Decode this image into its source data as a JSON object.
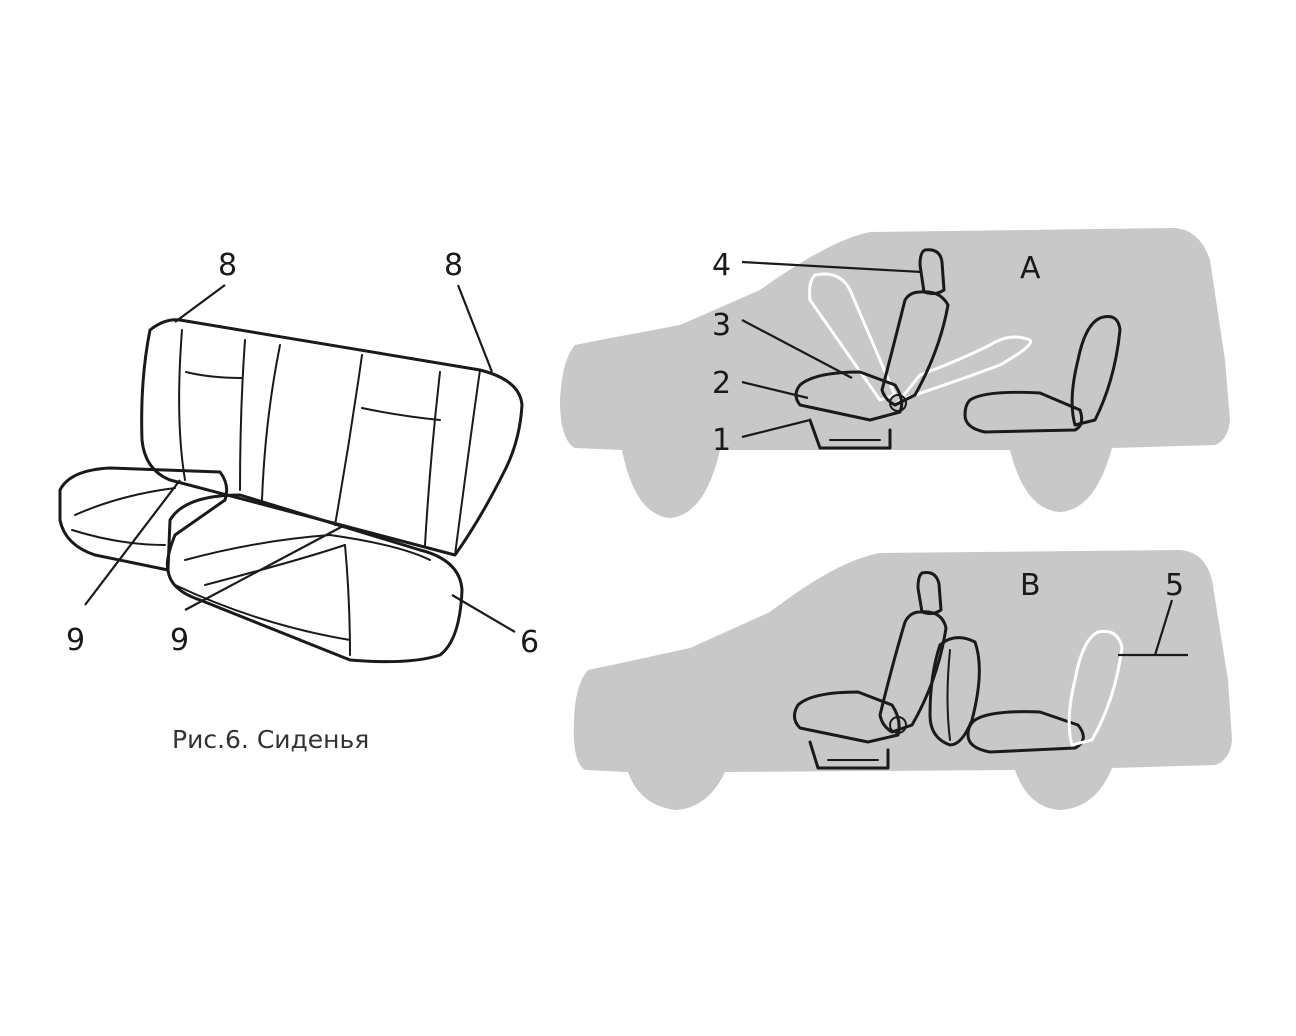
{
  "caption": "Рис.6. Сиденья",
  "rear_seat_callouts": {
    "c8_left": "8",
    "c8_right": "8",
    "c9_left": "9",
    "c9_center": "9",
    "c6": "6"
  },
  "car_a": {
    "view": "A",
    "callouts": {
      "c1": "1",
      "c2": "2",
      "c3": "3",
      "c4": "4"
    }
  },
  "car_b": {
    "view": "B",
    "callouts": {
      "c5": "5"
    }
  },
  "colors": {
    "car_silhouette": "#c8c8c8",
    "seat_fill": "#8f8f8f",
    "seat_shade": "#6f6f6f",
    "line": "#1a1a1a"
  }
}
